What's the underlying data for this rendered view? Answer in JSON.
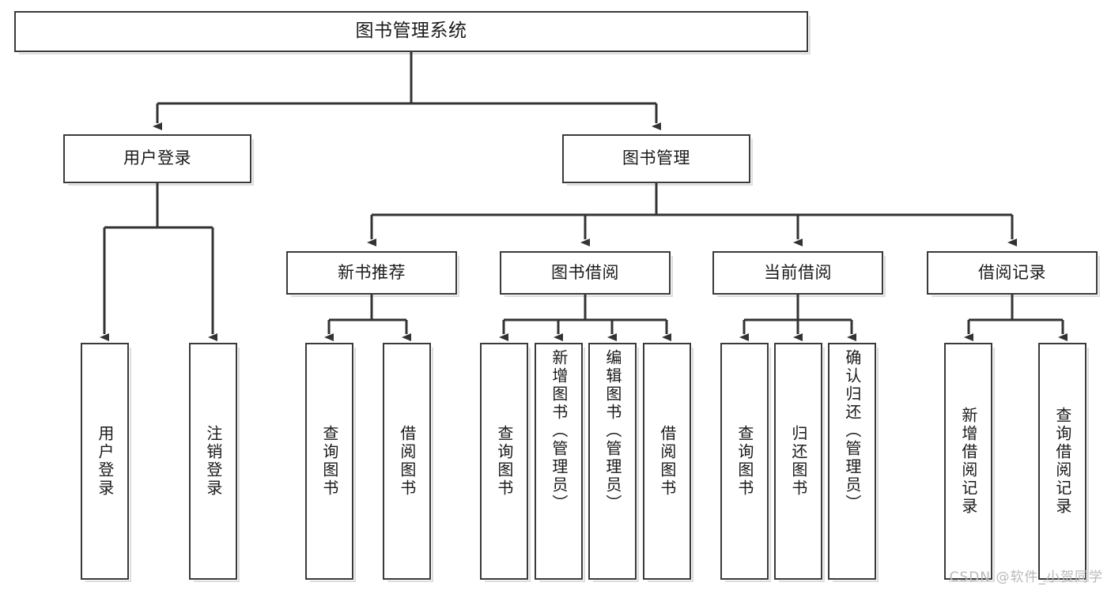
{
  "diagram": {
    "title": "图书管理系统",
    "type": "tree",
    "root": {
      "label": "图书管理系统"
    },
    "level1": [
      {
        "label": "用户登录"
      },
      {
        "label": "图书管理"
      }
    ],
    "level2": [
      {
        "label": "新书推荐"
      },
      {
        "label": "图书借阅"
      },
      {
        "label": "当前借阅"
      },
      {
        "label": "借阅记录"
      }
    ],
    "leaves": {
      "user_login": [
        {
          "label": "用户登录"
        },
        {
          "label": "注销登录"
        }
      ],
      "new_book": [
        {
          "label": "查询图书"
        },
        {
          "label": "借阅图书"
        }
      ],
      "book_borrow": [
        {
          "label": "查询图书"
        },
        {
          "label": "新增图书（管理员）"
        },
        {
          "label": "编辑图书（管理员）"
        },
        {
          "label": "借阅图书"
        }
      ],
      "current_borrow": [
        {
          "label": "查询图书"
        },
        {
          "label": "归还图书"
        },
        {
          "label": "确认归还（管理员）"
        }
      ],
      "borrow_record": [
        {
          "label": "新增借阅记录"
        },
        {
          "label": "查询借阅记录"
        }
      ]
    }
  },
  "watermark": {
    "text": "CSDN @软件_小贺同学"
  },
  "colors": {
    "box_border": "#3a3a3a",
    "box_fill": "#ffffff",
    "connector": "#333333",
    "text": "#1a1a1a",
    "watermark": "#b9b9b9",
    "background": "#ffffff"
  }
}
